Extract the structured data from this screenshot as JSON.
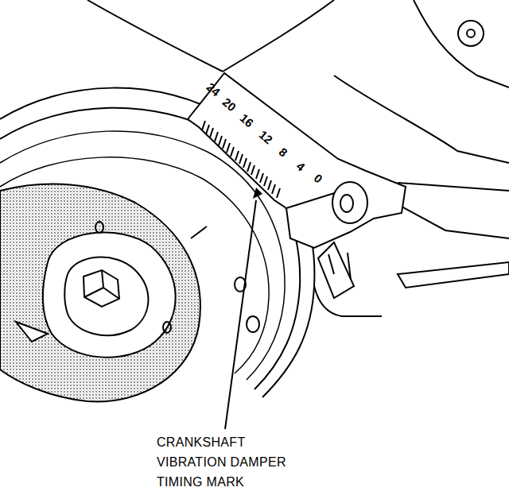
{
  "diagram": {
    "labels": [
      "24",
      "20",
      "16",
      "12",
      "8",
      "4",
      "0",
      "CRANKSHAFT VIBRATION DAMPER TIMING MARK"
    ]
  }
}
